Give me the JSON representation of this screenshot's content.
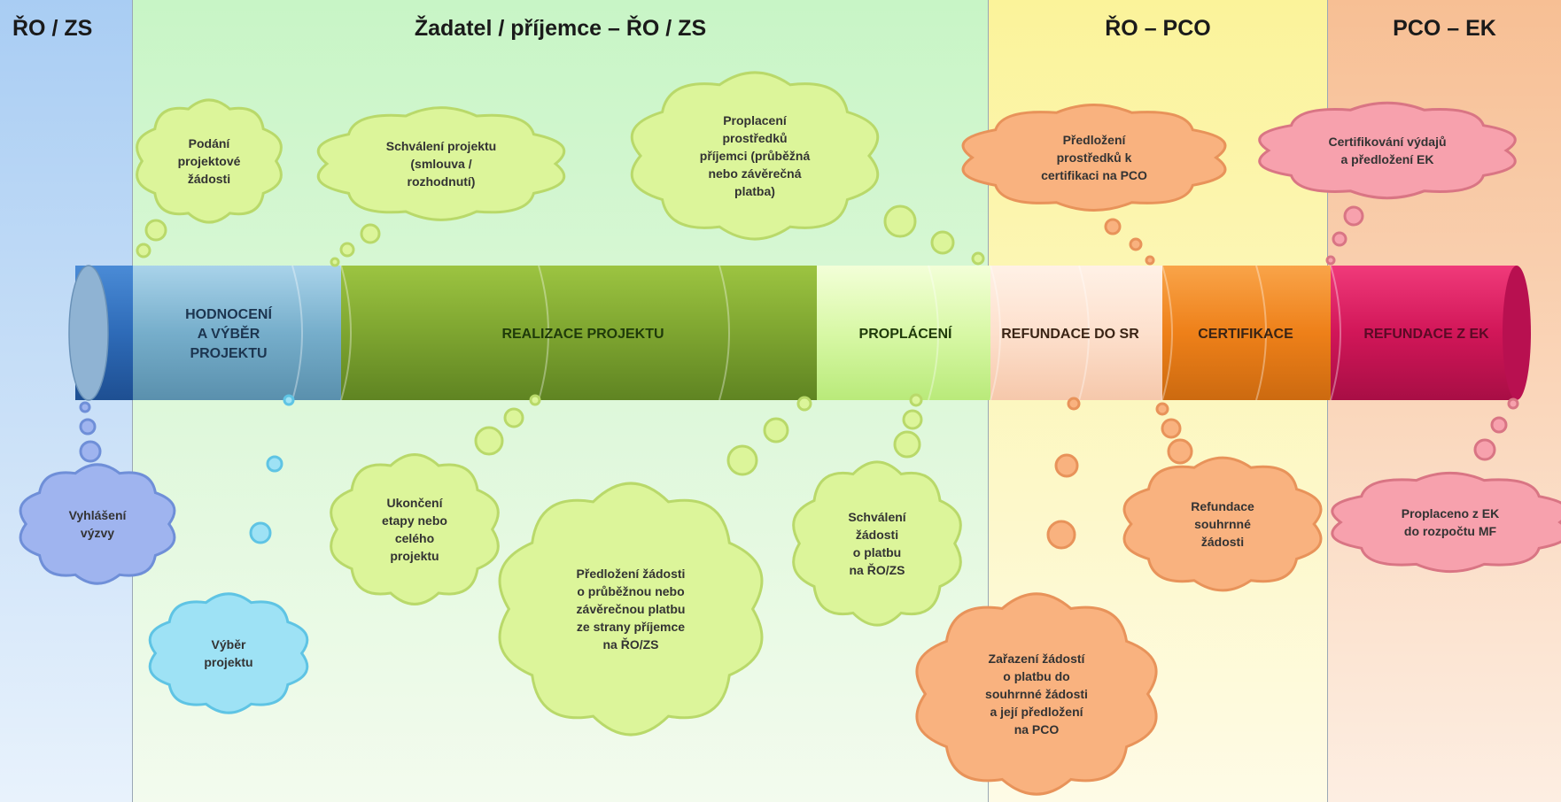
{
  "zones": [
    {
      "title": "ŘO / ZS"
    },
    {
      "title": "Žadatel / příjemce – ŘO / ZS"
    },
    {
      "title": "ŘO – PCO"
    },
    {
      "title": "PCO – EK"
    }
  ],
  "colors": {
    "zone_ro_zs": "#cfe3f7",
    "zone_zadatel": "#e4f7d8",
    "zone_ro_pco": "#fdf6c8",
    "zone_pco_ek": "#fbe0cc",
    "bubble_green": "#dcf59a",
    "bubble_blue": "#9fb4ef",
    "bubble_cyan": "#9ee2f5",
    "bubble_orange": "#f9b27f",
    "bubble_pink": "#f7a1ad"
  },
  "segments": [
    {
      "label": "HODNOCENÍ A VÝBĚR PROJEKTU",
      "lines": [
        "HODNOCENÍ",
        "A VÝBĚR",
        "PROJEKTU"
      ]
    },
    {
      "label": "REALIZACE PROJEKTU",
      "lines": [
        "REALIZACE PROJEKTU"
      ]
    },
    {
      "label": "PROPLÁCENÍ",
      "lines": [
        "PROPLÁCENÍ"
      ]
    },
    {
      "label": "REFUNDACE DO SR",
      "lines": [
        "REFUNDACE DO SR"
      ]
    },
    {
      "label": "CERTIFIKACE",
      "lines": [
        "CERTIFIKACE"
      ]
    },
    {
      "label": "REFUNDACE Z EK",
      "lines": [
        "REFUNDACE Z EK"
      ]
    }
  ],
  "bubbles": [
    {
      "id": "podani",
      "color": "bubble_green",
      "lines": [
        "Podání",
        "projektové",
        "žádosti"
      ]
    },
    {
      "id": "schvaleni-projektu",
      "color": "bubble_green",
      "lines": [
        "Schválení projektu",
        "(smlouva /",
        "rozhodnutí)"
      ]
    },
    {
      "id": "proplaceni-prostredku",
      "color": "bubble_green",
      "lines": [
        "Proplacení",
        "prostředků",
        "příjemci (průběžná",
        "nebo závěrečná",
        "platba)"
      ]
    },
    {
      "id": "predlozeni-certifikaci",
      "color": "bubble_orange",
      "lines": [
        "Předložení",
        "prostředků k",
        "certifikaci na PCO"
      ]
    },
    {
      "id": "certifikovani",
      "color": "bubble_pink",
      "lines": [
        "Certifikování výdajů",
        "a předložení EK"
      ]
    },
    {
      "id": "vyhlaseni",
      "color": "bubble_blue",
      "lines": [
        "Vyhlášení",
        "výzvy"
      ]
    },
    {
      "id": "vyber",
      "color": "bubble_cyan",
      "lines": [
        "Výběr",
        "projektu"
      ]
    },
    {
      "id": "ukonceni",
      "color": "bubble_green",
      "lines": [
        "Ukončení",
        "etapy nebo",
        "celého",
        "projektu"
      ]
    },
    {
      "id": "predlozeni-zadosti",
      "color": "bubble_green",
      "lines": [
        "Předložení žádosti",
        "o průběžnou nebo",
        "závěrečnou platbu",
        "ze strany příjemce",
        "na ŘO/ZS"
      ]
    },
    {
      "id": "schvaleni-zadosti",
      "color": "bubble_green",
      "lines": [
        "Schválení",
        "žádosti",
        "o platbu",
        "na ŘO/ZS"
      ]
    },
    {
      "id": "refundace-souhrnne",
      "color": "bubble_orange",
      "lines": [
        "Refundace",
        "souhrnné",
        "žádosti"
      ]
    },
    {
      "id": "zarazeni",
      "color": "bubble_orange",
      "lines": [
        "Zařazení  žádostí",
        "o platbu do",
        "souhrnné žádosti",
        "a její předložení",
        "na PCO"
      ]
    },
    {
      "id": "proplaceno-ek",
      "color": "bubble_pink",
      "lines": [
        "Proplaceno z EK",
        "do rozpočtu MF"
      ]
    }
  ]
}
